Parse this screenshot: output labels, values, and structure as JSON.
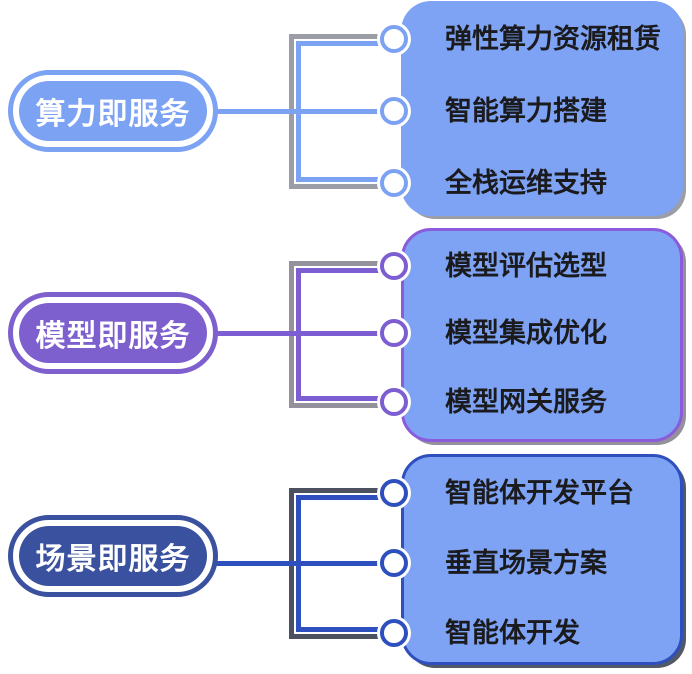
{
  "diagram": {
    "description_colors": {
      "background": "#FFFFFF",
      "box_fill": "#7EA3F5",
      "item_text": "#1B1B1E",
      "pill_text": "#FFFFFF"
    },
    "groups": [
      {
        "pill": "算力即服务",
        "items": [
          "弹性算力资源租赁",
          "智能算力搭建",
          "全栈运维支持"
        ],
        "colors": {
          "pill": "#7CA2F4",
          "line": "#7CA2F4",
          "outer": "#9B9EA6",
          "box_border": "#7EA3F5",
          "box_border_width": "0px",
          "shadow": "#9B9EA6"
        }
      },
      {
        "pill": "模型即服务",
        "items": [
          "模型评估选型",
          "模型集成优化",
          "模型网关服务"
        ],
        "colors": {
          "pill": "#7D60CE",
          "line": "#7D5DD2",
          "outer": "#94909C",
          "box_border": "#8A5CDB",
          "box_border_width": "3px",
          "shadow": "#94909C"
        }
      },
      {
        "pill": "场景即服务",
        "items": [
          "智能体开发平台",
          "垂直场景方案",
          "智能体开发"
        ],
        "colors": {
          "pill": "#3A519F",
          "line": "#2E50BE",
          "outer": "#4C5160",
          "box_border": "#2E50BE",
          "box_border_width": "3px",
          "shadow": "#525866"
        }
      }
    ]
  }
}
